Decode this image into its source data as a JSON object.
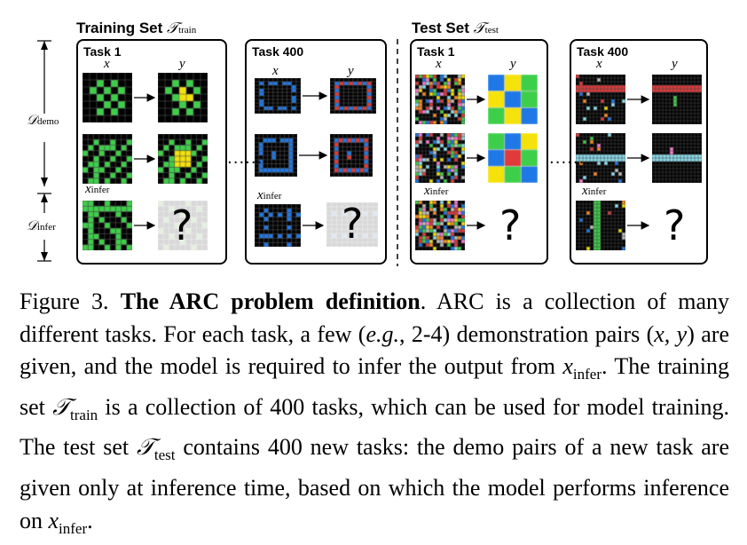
{
  "figure": {
    "training_header": "Training Set",
    "training_symbol": "𝒯",
    "training_sub": "train",
    "test_header": "Test Set",
    "test_symbol": "𝒯",
    "test_sub": "test",
    "task1_label": "Task 1",
    "task400_label": "Task 400",
    "x_label": "x",
    "y_label": "y",
    "xinfer_label": "x",
    "xinfer_sub": "infer",
    "demo_symbol": "𝒟",
    "demo_sub": "demo",
    "infer_symbol": "𝒟",
    "infer_sub": "infer",
    "question_mark": "?",
    "ellipsis": "......"
  },
  "caption": {
    "figure_label": "Figure 3.",
    "title": "The ARC problem definition",
    "text_1": ". ARC is a collection of many different tasks. For each task, a few (",
    "eg": "e.g.",
    "text_2": ", 2-4) demonstration pairs (",
    "pair": "x, y",
    "text_3": ") are given, and the model is required to infer the output from ",
    "x": "x",
    "infer": "infer",
    "text_4": ". The training set ",
    "T": "𝒯",
    "train": "train",
    "text_5": " is a collection of 400 tasks, which can be used for model training. The test set ",
    "test": "test",
    "text_6": " contains 400 new tasks: the demo pairs of a new task are given only at inference time, based on which the model performs inference on ",
    "text_7": "."
  },
  "colors": {
    "green": "#3ecf4a",
    "yellow": "#f5e20a",
    "blue": "#1f78e6",
    "red": "#e03a3a",
    "cyan": "#8ee0f0",
    "gray": "#bfbfbf"
  }
}
